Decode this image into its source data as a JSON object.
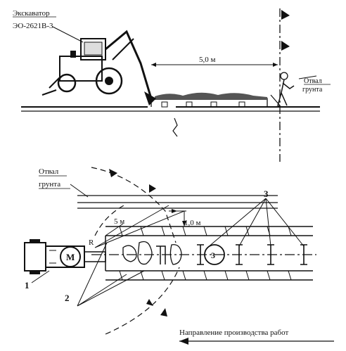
{
  "labels": {
    "excavator_name": "Экскаватор",
    "excavator_model": "ЭО-2621В-3",
    "dist_top": "5,0 м",
    "spoil_top_1": "Отвал",
    "spoil_top_2": "грунта",
    "spoil_bottom_1": "Отвал",
    "spoil_bottom_2": "грунта",
    "dist_5m": "5 м",
    "dist_1m": "1,0 м",
    "radius": "R",
    "motor": "М",
    "num_1": "1",
    "num_2": "2",
    "num_3_left": "3",
    "num_3_top": "3",
    "direction": "Направление производства работ"
  },
  "colors": {
    "ink": "#111111",
    "background": "#ffffff"
  }
}
